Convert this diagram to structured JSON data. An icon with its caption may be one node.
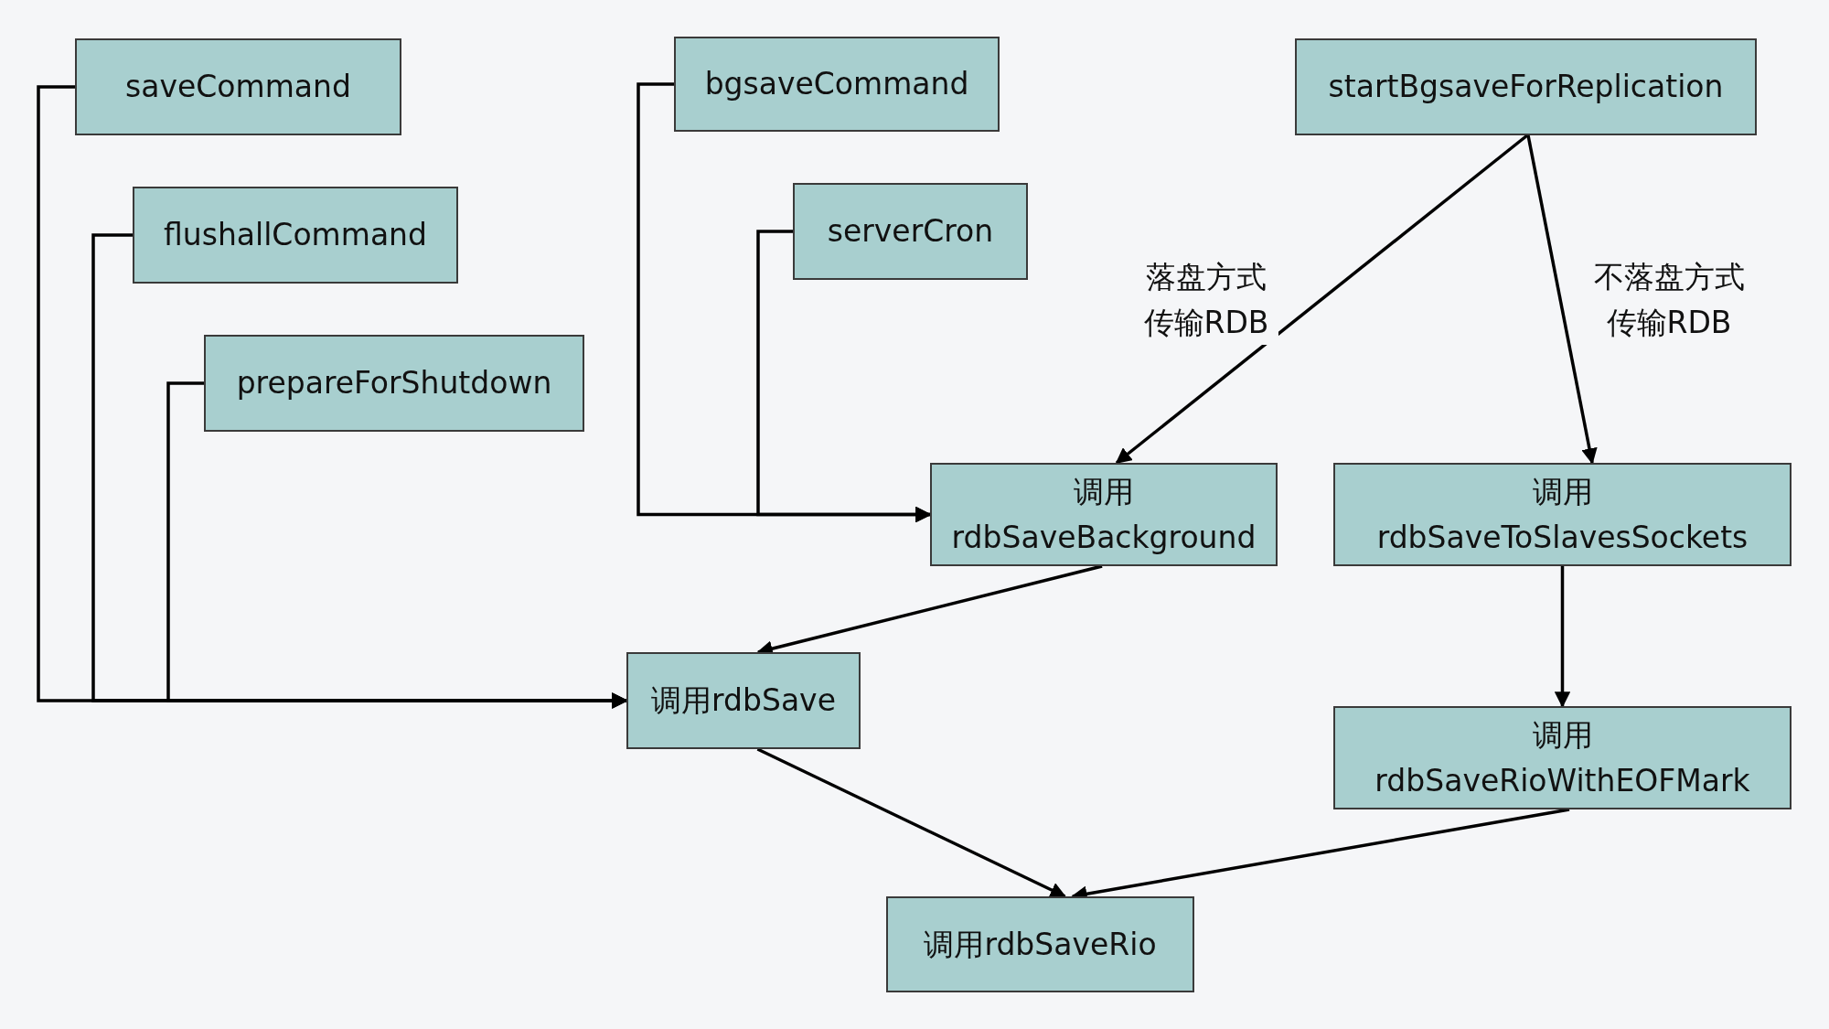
{
  "diagram": {
    "nodes": [
      {
        "text": [
          "saveCommand"
        ]
      },
      {
        "text": [
          "flushallCommand"
        ]
      },
      {
        "text": [
          "prepareForShutdown"
        ]
      },
      {
        "text": [
          "bgsaveCommand"
        ]
      },
      {
        "text": [
          "serverCron"
        ]
      },
      {
        "text": [
          "startBgsaveForReplication"
        ]
      },
      {
        "text": [
          "调用 rdbSaveBackground"
        ]
      },
      {
        "text": [
          "调用 rdbSaveToSlavesSockets"
        ]
      },
      {
        "text": [
          "调用rdbSave"
        ]
      },
      {
        "text": [
          "调用 rdbSaveRioWithEOFMark"
        ]
      },
      {
        "text": [
          "调用rdbSaveRio"
        ]
      }
    ],
    "edges": [
      {
        "from": 0,
        "to": 8,
        "arrow": "to"
      },
      {
        "from": 1,
        "to": 8,
        "arrow": "to"
      },
      {
        "from": 2,
        "to": 8,
        "arrow": "to"
      },
      {
        "from": 3,
        "to": 6,
        "arrow": "to"
      },
      {
        "from": 4,
        "to": 6,
        "arrow": "to"
      },
      {
        "from": 5,
        "to": 6,
        "arrow": "to",
        "label": "落盘方式传输RDB"
      },
      {
        "from": 5,
        "to": 7,
        "arrow": "to",
        "label": "不落盘方式传输RDB"
      },
      {
        "from": 6,
        "to": 8,
        "arrow": "to"
      },
      {
        "from": 7,
        "to": 9,
        "arrow": "to"
      },
      {
        "from": 8,
        "to": 10,
        "arrow": "to"
      },
      {
        "from": 9,
        "to": 10,
        "arrow": "to"
      }
    ]
  }
}
